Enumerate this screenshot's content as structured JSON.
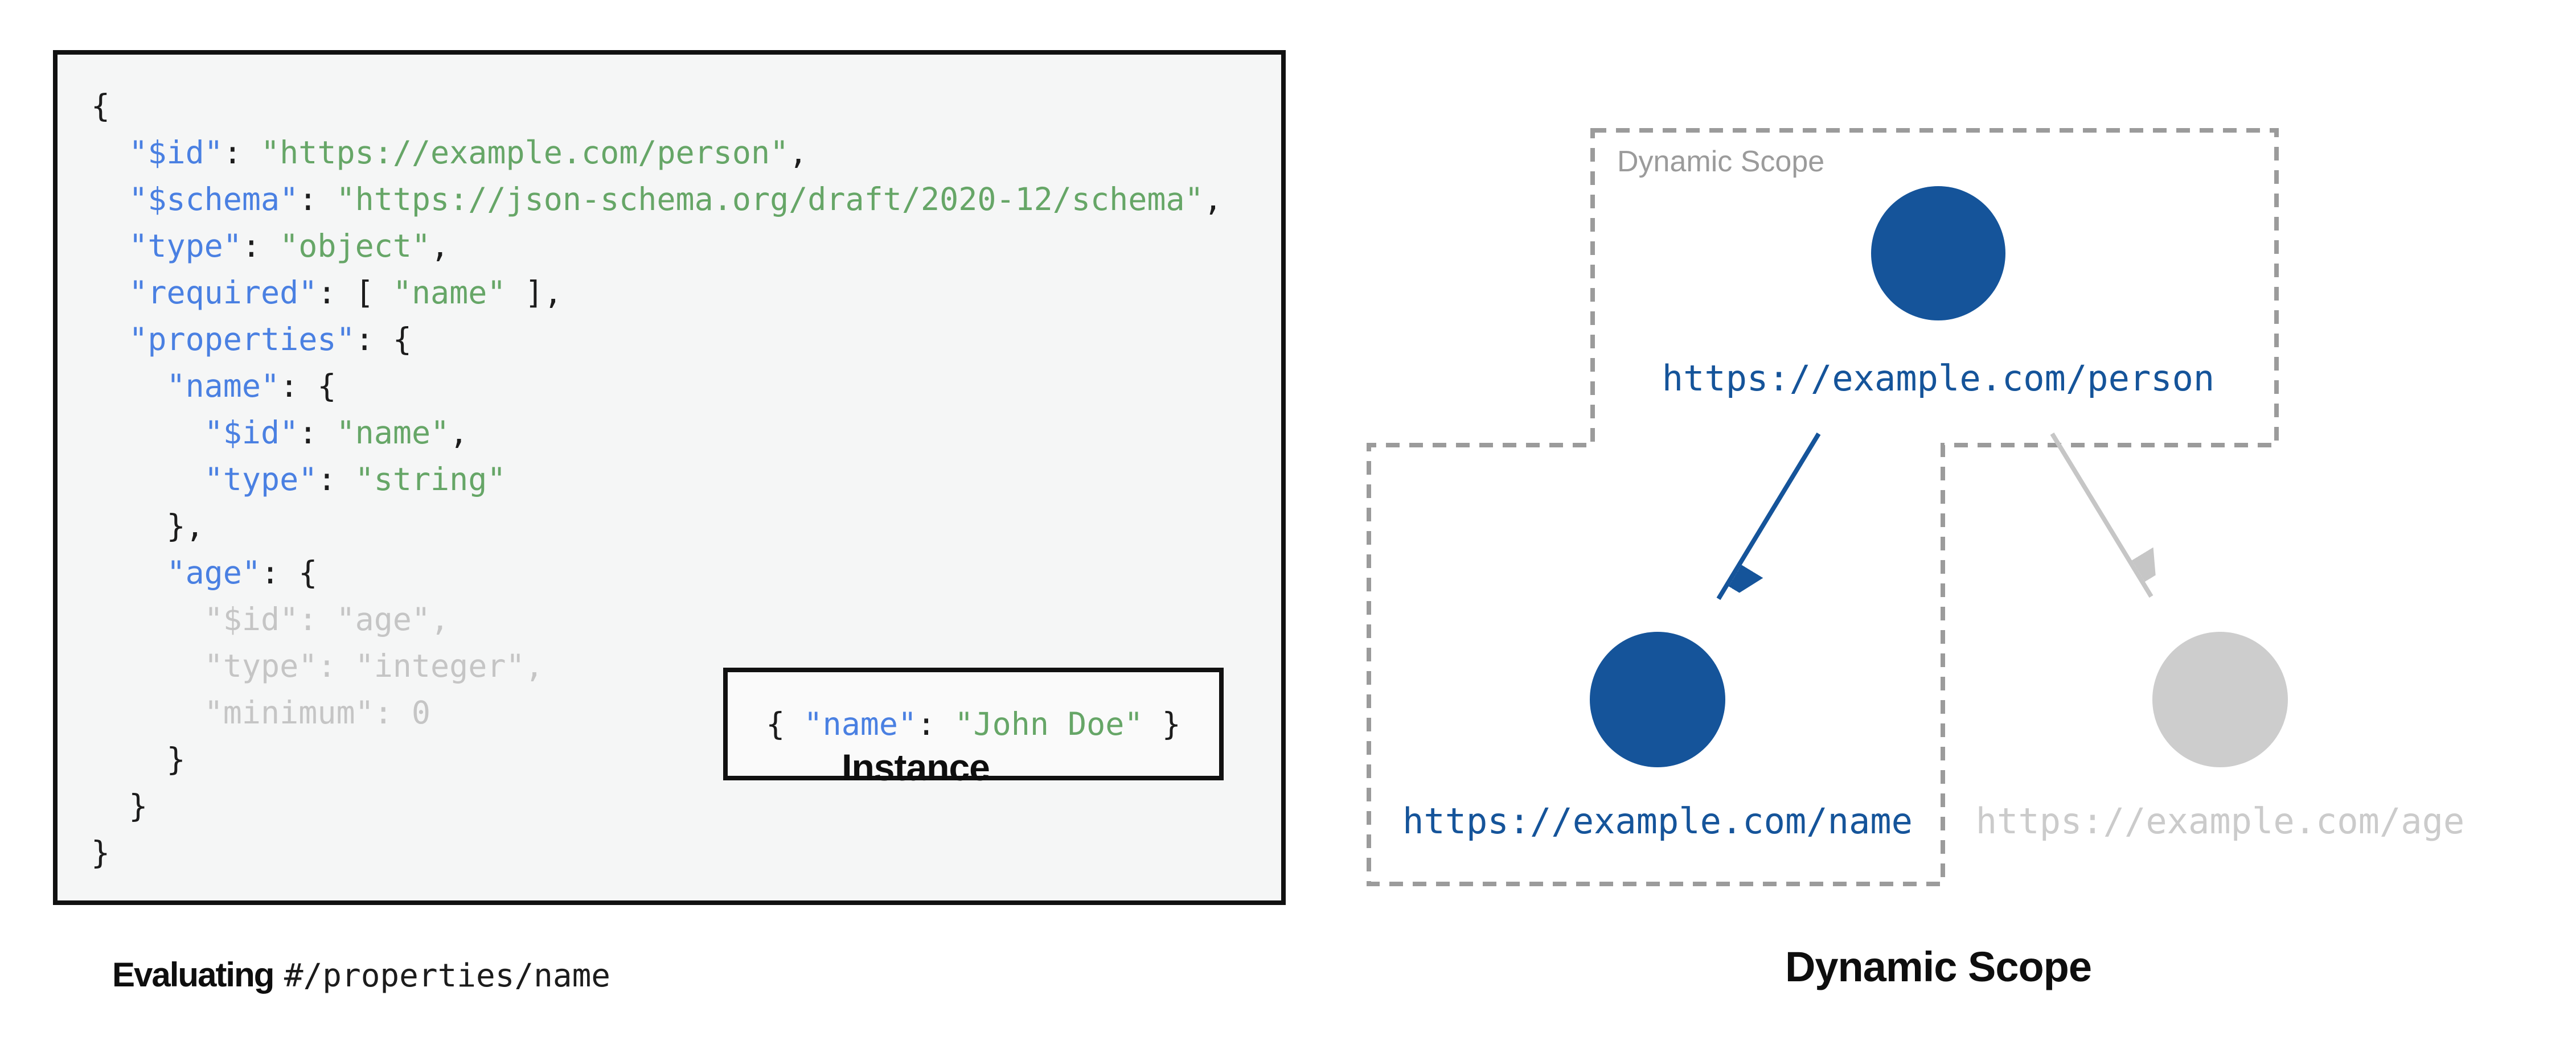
{
  "colors": {
    "key_blue": "#4a80e2",
    "string_green": "#66a667",
    "punct_black": "#1c1c1c",
    "muted_gray": "#c5c5c5",
    "node_blue": "#15549a",
    "node_gray": "#cdcdcd",
    "dash_gray": "#9b9b9b",
    "arrow_gray": "#c6c6c6",
    "label_gray": "#9b9b9b",
    "panel_bg": "#f5f6f6",
    "instance_bg": "#fafafa",
    "border_black": "#111111",
    "title_black": "#0e0e0e"
  },
  "schema_panel": {
    "code_lines": [
      [
        {
          "c": "p",
          "t": "{"
        }
      ],
      [
        {
          "c": "p",
          "t": "  "
        },
        {
          "c": "k",
          "t": "\"$id\""
        },
        {
          "c": "p",
          "t": ": "
        },
        {
          "c": "s",
          "t": "\"https://example.com/person\""
        },
        {
          "c": "p",
          "t": ","
        }
      ],
      [
        {
          "c": "p",
          "t": "  "
        },
        {
          "c": "k",
          "t": "\"$schema\""
        },
        {
          "c": "p",
          "t": ": "
        },
        {
          "c": "s",
          "t": "\"https://json-schema.org/draft/2020-12/schema\""
        },
        {
          "c": "p",
          "t": ","
        }
      ],
      [
        {
          "c": "p",
          "t": "  "
        },
        {
          "c": "k",
          "t": "\"type\""
        },
        {
          "c": "p",
          "t": ": "
        },
        {
          "c": "s",
          "t": "\"object\""
        },
        {
          "c": "p",
          "t": ","
        }
      ],
      [
        {
          "c": "p",
          "t": "  "
        },
        {
          "c": "k",
          "t": "\"required\""
        },
        {
          "c": "p",
          "t": ": [ "
        },
        {
          "c": "s",
          "t": "\"name\""
        },
        {
          "c": "p",
          "t": " ],"
        }
      ],
      [
        {
          "c": "p",
          "t": "  "
        },
        {
          "c": "k",
          "t": "\"properties\""
        },
        {
          "c": "p",
          "t": ": {"
        }
      ],
      [
        {
          "c": "p",
          "t": "    "
        },
        {
          "c": "k",
          "t": "\"name\""
        },
        {
          "c": "p",
          "t": ": {"
        }
      ],
      [
        {
          "c": "p",
          "t": "      "
        },
        {
          "c": "k",
          "t": "\"$id\""
        },
        {
          "c": "p",
          "t": ": "
        },
        {
          "c": "s",
          "t": "\"name\""
        },
        {
          "c": "p",
          "t": ","
        }
      ],
      [
        {
          "c": "p",
          "t": "      "
        },
        {
          "c": "k",
          "t": "\"type\""
        },
        {
          "c": "p",
          "t": ": "
        },
        {
          "c": "s",
          "t": "\"string\""
        }
      ],
      [
        {
          "c": "p",
          "t": "    },"
        }
      ],
      [
        {
          "c": "p",
          "t": "    "
        },
        {
          "c": "k",
          "t": "\"age\""
        },
        {
          "c": "p",
          "t": ": {"
        }
      ],
      [
        {
          "c": "m",
          "t": "      \"$id\": \"age\","
        }
      ],
      [
        {
          "c": "m",
          "t": "      \"type\": \"integer\","
        }
      ],
      [
        {
          "c": "m",
          "t": "      \"minimum\": 0"
        }
      ],
      [
        {
          "c": "p",
          "t": "    }"
        }
      ],
      [
        {
          "c": "p",
          "t": "  }"
        }
      ],
      [
        {
          "c": "p",
          "t": "}"
        }
      ]
    ],
    "instance": {
      "label": "Instance",
      "tokens": [
        {
          "c": "p",
          "t": "{ "
        },
        {
          "c": "k",
          "t": "\"name\""
        },
        {
          "c": "p",
          "t": ": "
        },
        {
          "c": "s",
          "t": "\"John Doe\""
        },
        {
          "c": "p",
          "t": " }"
        }
      ]
    },
    "caption": {
      "prefix": "Evaluating",
      "pointer": "#/properties/name"
    }
  },
  "diagram": {
    "scope_label": "Dynamic Scope",
    "title": "Dynamic Scope",
    "nodes": [
      {
        "id": "person",
        "url": "https://example.com/person",
        "state": "active"
      },
      {
        "id": "name",
        "url": "https://example.com/name",
        "state": "active"
      },
      {
        "id": "age",
        "url": "https://example.com/age",
        "state": "inactive"
      }
    ]
  }
}
